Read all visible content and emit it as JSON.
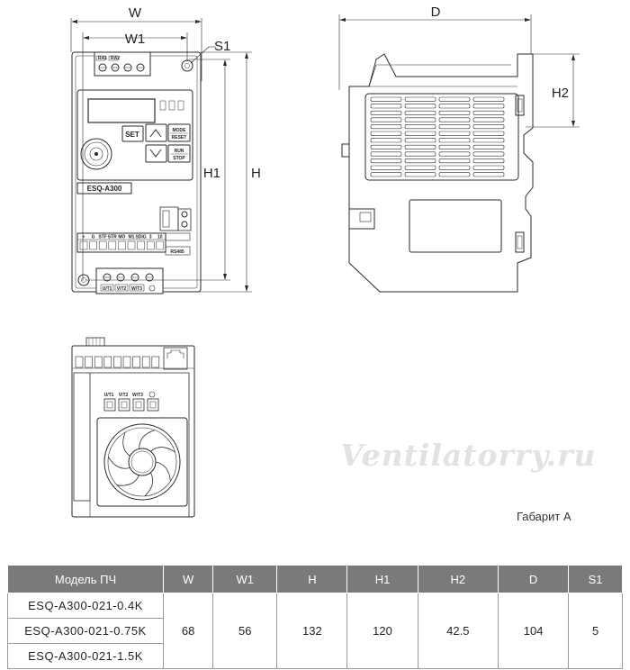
{
  "dimension_labels": {
    "w": "W",
    "w1": "W1",
    "s1": "S1",
    "h1": "H1",
    "h": "H",
    "d": "D",
    "h2": "H2"
  },
  "device_labels": {
    "model": "ESQ-A300",
    "set_key": "SET",
    "mode_key_1": "MODE",
    "mode_key_2": "RESET",
    "run_key_1": "RUN",
    "run_key_2": "STOP",
    "rs485": "RS485",
    "top_terminals": [
      "RA1",
      "RA2"
    ],
    "bottom_terminals": [
      "U/T1",
      "V/T2",
      "W/T3"
    ],
    "control_terminals": [
      "+",
      "G",
      "STF",
      "STR",
      "MO",
      "M1",
      "SDIG",
      "3",
      "10"
    ],
    "fan_terminals": [
      "U/T1",
      "V/T2",
      "W/T3"
    ]
  },
  "watermark": "Ventilatorry.ru",
  "caption": "Габарит А",
  "table": {
    "headers": [
      "Модель ПЧ",
      "W",
      "W1",
      "H",
      "H1",
      "H2",
      "D",
      "S1"
    ],
    "models": [
      "ESQ-A300-021-0.4K",
      "ESQ-A300-021-0.75K",
      "ESQ-A300-021-1.5K"
    ],
    "values": [
      "68",
      "56",
      "132",
      "120",
      "42.5",
      "104",
      "5"
    ]
  },
  "colors": {
    "line": "#2a2a2a",
    "header_bg": "#7a7a7a",
    "header_text": "#ffffff",
    "watermark": "#e2e2e2"
  }
}
